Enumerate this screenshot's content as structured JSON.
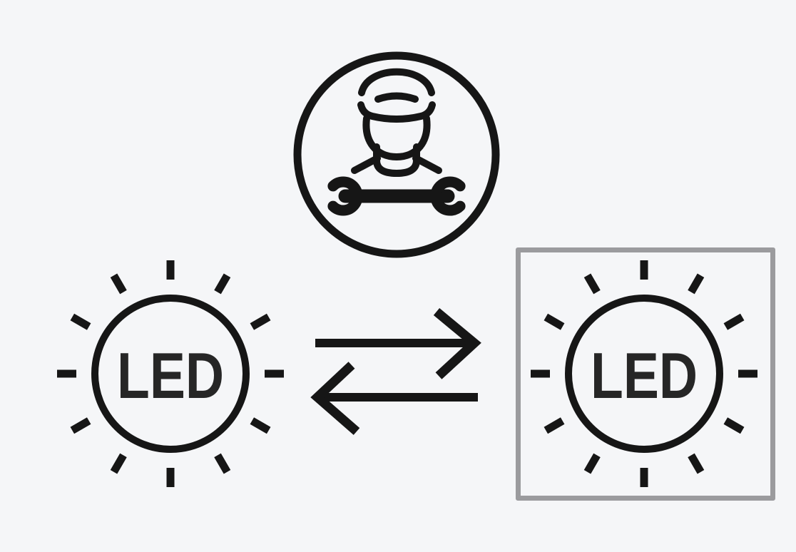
{
  "colors": {
    "background": "#f5f6f8",
    "ink": "#161616",
    "text": "#262626",
    "frame": "#9b9b9e"
  },
  "lamps": {
    "left": {
      "label": "LED"
    },
    "right": {
      "label": "LED"
    }
  },
  "icons": {
    "technician": "circled service technician with cap and wrench",
    "exchange_arrows": "two opposing horizontal swap arrows",
    "led_lamp": "radiant circle lamp marked LED",
    "replaceable_frame": "gray square outline around right lamp"
  }
}
